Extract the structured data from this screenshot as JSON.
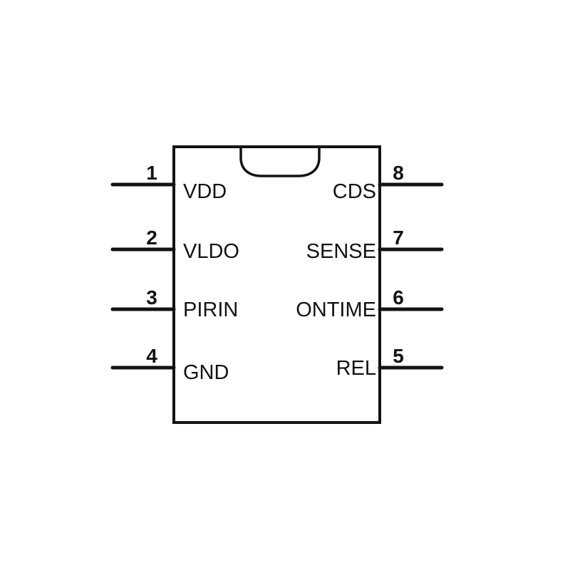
{
  "diagram": {
    "type": "ic-pinout",
    "package": "8-pin dual-inline IC symbol",
    "colors": {
      "line": "#131313",
      "background": "#ffffff"
    },
    "left_pins": [
      {
        "number": "1",
        "label": "VDD"
      },
      {
        "number": "2",
        "label": "VLDO"
      },
      {
        "number": "3",
        "label": "PIRIN"
      },
      {
        "number": "4",
        "label": "GND"
      }
    ],
    "right_pins": [
      {
        "number": "8",
        "label": "CDS"
      },
      {
        "number": "7",
        "label": "SENSE"
      },
      {
        "number": "6",
        "label": "ONTIME"
      },
      {
        "number": "5",
        "label": "REL"
      }
    ]
  }
}
